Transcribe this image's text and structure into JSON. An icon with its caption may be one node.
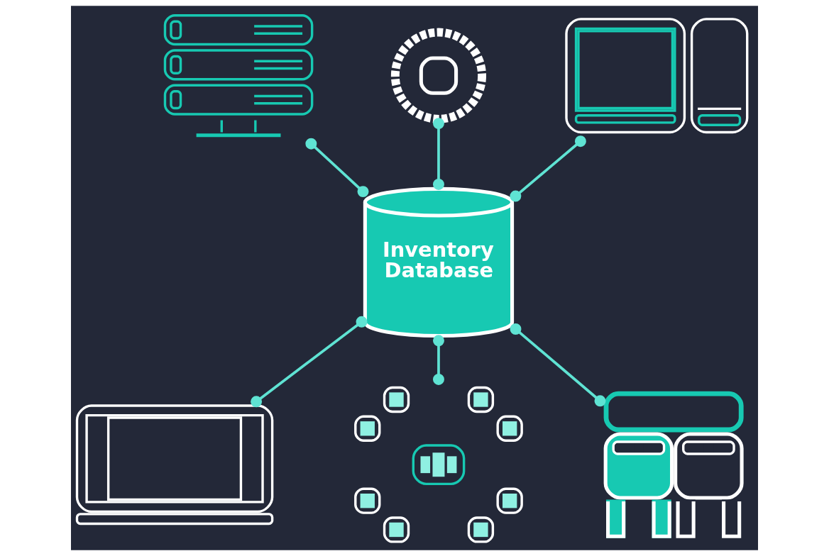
{
  "diagram": {
    "nodes": [
      {
        "text": [],
        "shape": "picture"
      },
      {
        "text": [],
        "shape": "picture"
      },
      {
        "text": [],
        "shape": "picture"
      },
      {
        "text": [
          "Inventory Database"
        ]
      },
      {
        "text": [],
        "shape": "picture"
      },
      {
        "text": [],
        "shape": "picture"
      },
      {
        "text": [],
        "shape": "picture"
      }
    ],
    "edges": [
      {
        "from": 1,
        "to": 3,
        "arrow": "other"
      },
      {
        "from": 0,
        "to": 3,
        "arrow": "other"
      },
      {
        "from": 2,
        "to": 3,
        "arrow": "other"
      },
      {
        "from": 3,
        "to": 4,
        "arrow": "other"
      },
      {
        "from": 3,
        "to": 5,
        "arrow": "other"
      },
      {
        "from": 3,
        "to": 6,
        "arrow": "other"
      }
    ]
  }
}
